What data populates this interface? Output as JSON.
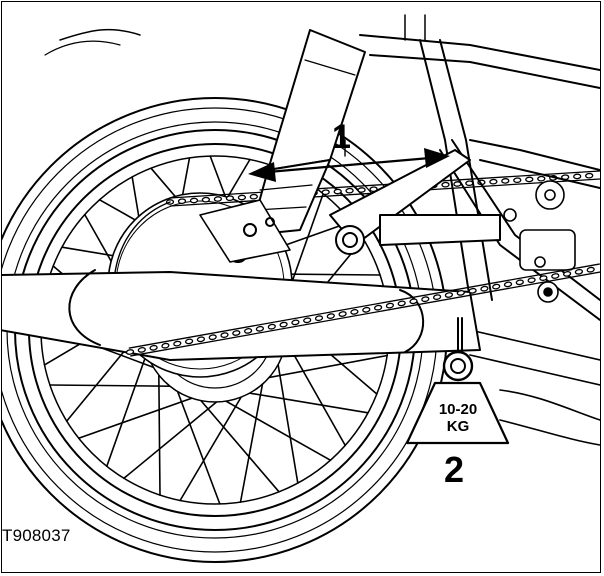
{
  "callouts": {
    "chain_deflection": "1",
    "weight": "2"
  },
  "weight_tag": {
    "line1": "10-20",
    "line2": "KG"
  },
  "figure_ref": "T908037",
  "colors": {
    "line": "#000000",
    "background": "#ffffff"
  }
}
